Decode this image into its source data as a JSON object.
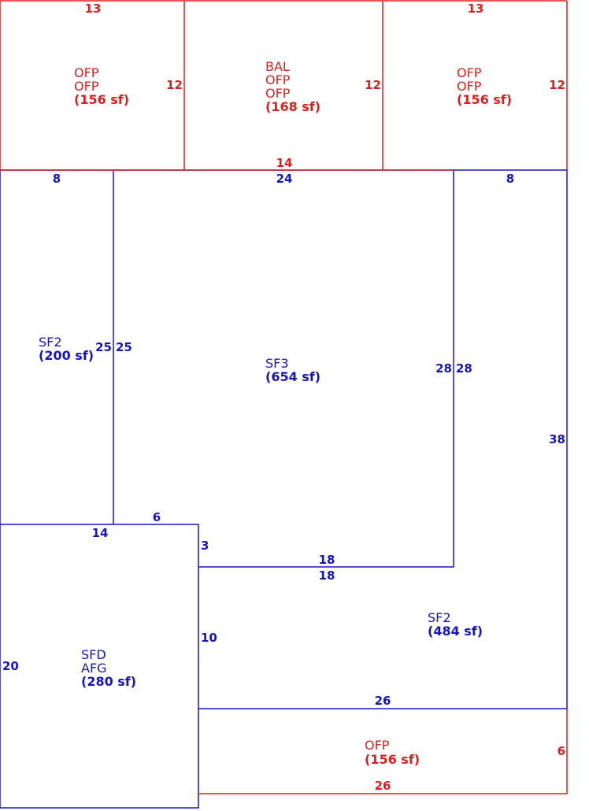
{
  "colors": {
    "porch": "#dd1f1f",
    "living": "#1616c0",
    "background": "#ffffff"
  },
  "areas": {
    "ofp_left": {
      "lines": [
        "OFP",
        "OFP",
        "(156 sf)"
      ]
    },
    "bal_center": {
      "lines": [
        "BAL",
        "OFP",
        "OFP",
        "(168 sf)"
      ]
    },
    "ofp_right": {
      "lines": [
        "OFP",
        "OFP",
        "(156 sf)"
      ]
    },
    "sf2_left": {
      "lines": [
        "SF2",
        "(200 sf)"
      ]
    },
    "sf3_center": {
      "lines": [
        "SF3",
        "(654 sf)"
      ]
    },
    "sf2_right": {
      "lines": [
        "SF2",
        "(484 sf)"
      ]
    },
    "sfd_garage": {
      "lines": [
        "SFD",
        "AFG",
        "(280 sf)"
      ]
    },
    "ofp_bottom": {
      "lines": [
        "OFP",
        "(156 sf)"
      ]
    }
  },
  "dims": {
    "ofp_left_top": "13",
    "ofp_left_right": "12",
    "bal_right": "12",
    "bal_bottom": "14",
    "ofp_right_top": "13",
    "ofp_right_right": "12",
    "sf2_left_top": "8",
    "sf2_left_right": "25",
    "sf3_left": "25",
    "sf3_top": "24",
    "sf3_right_in": "28",
    "sf2_right_in": "28",
    "sf2_right_top": "8",
    "sf2_right_right": "38",
    "sf3_step_top": "6",
    "sfd_top": "14",
    "sf3_step_right": "3",
    "sf3_bottom": "18",
    "sf2_right_bottom_inner": "18",
    "sf2_right_left": "10",
    "sfd_left": "20",
    "sf2_right_bottom": "26",
    "ofp_bottom_right": "6",
    "ofp_bottom_bottom": "26"
  }
}
